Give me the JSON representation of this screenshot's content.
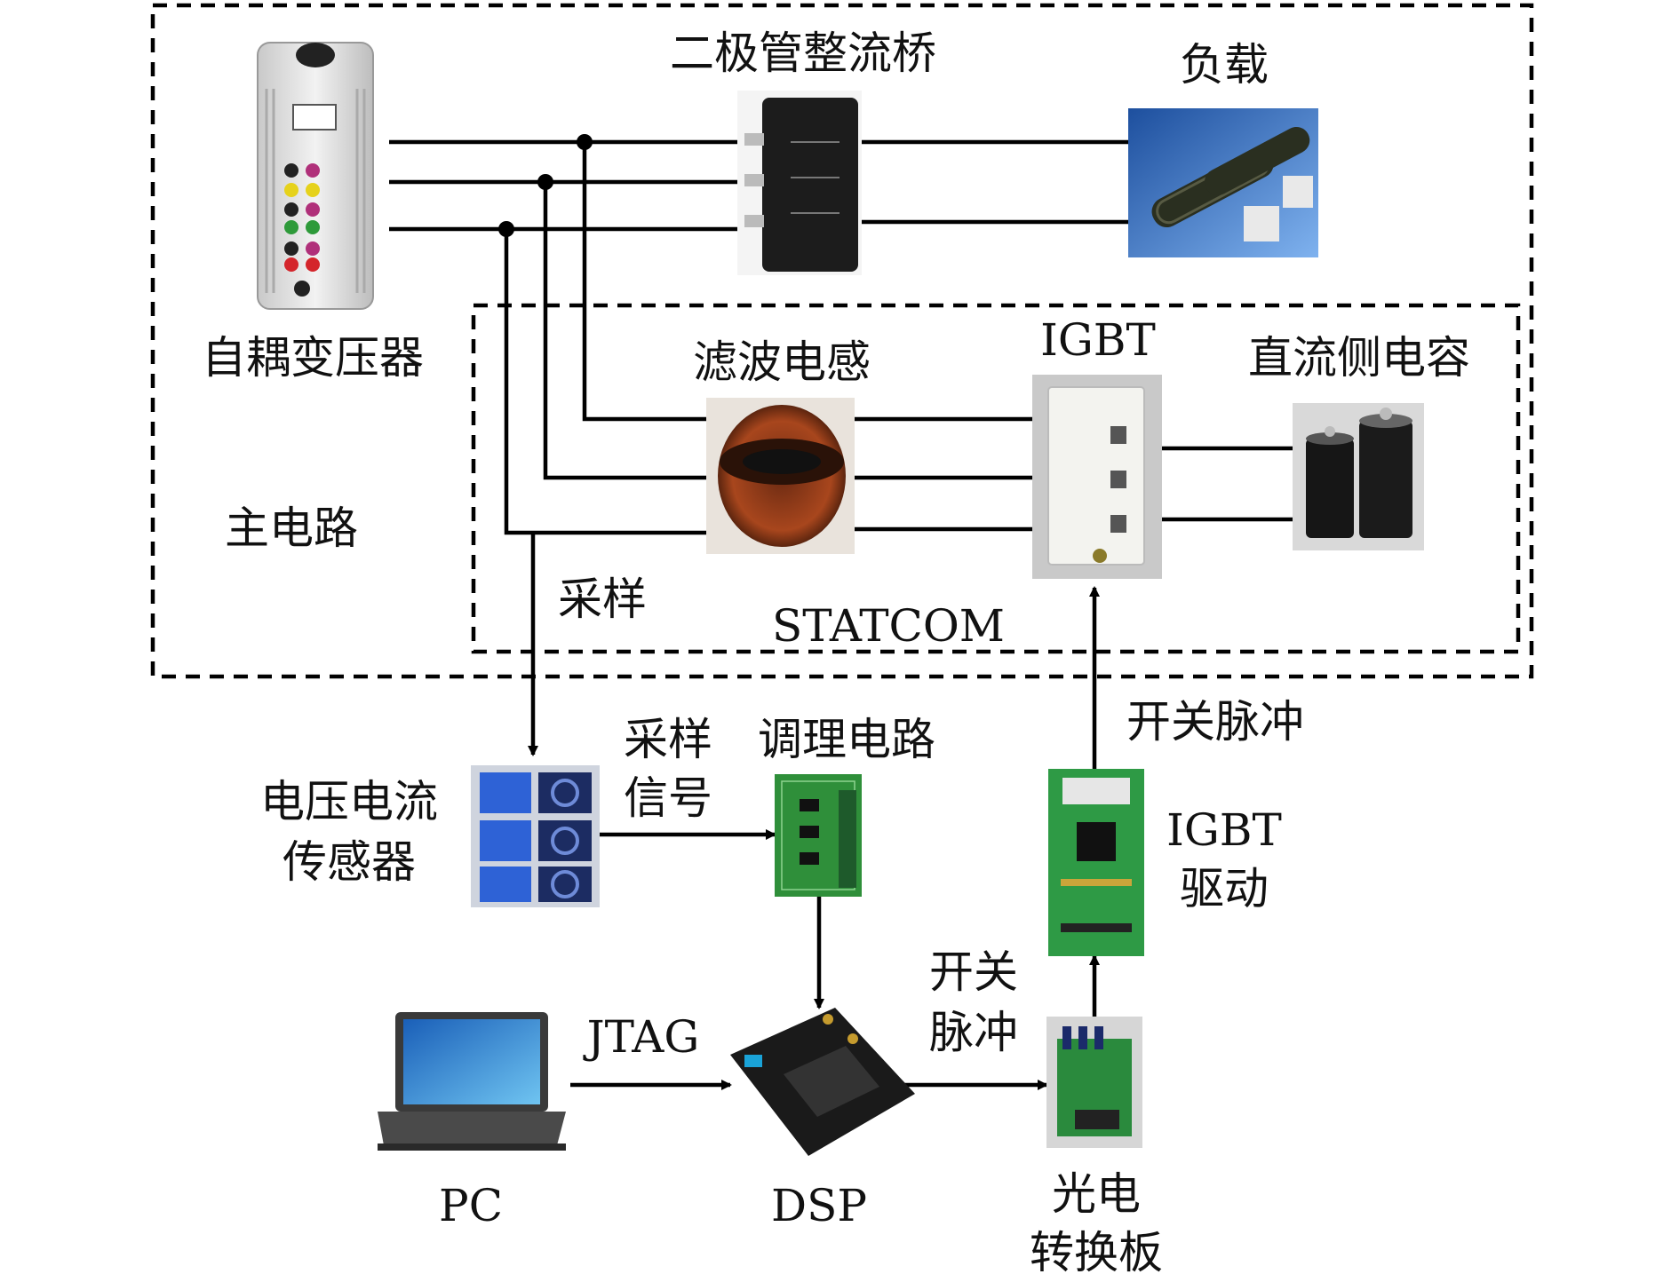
{
  "regions": {
    "main_circuit": "主电路",
    "statcom": "STATCOM"
  },
  "components": {
    "autotransformer": "自耦变压器",
    "diode_bridge": "二极管整流桥",
    "load": "负载",
    "filter_inductor": "滤波电感",
    "igbt": "IGBT",
    "dc_capacitor": "直流侧电容",
    "sensor_line1": "电压电流",
    "sensor_line2": "传感器",
    "conditioning": "调理电路",
    "igbt_drive_line1": "IGBT",
    "igbt_drive_line2": "驱动",
    "pc": "PC",
    "dsp": "DSP",
    "opto_line1": "光电",
    "opto_line2": "转换板"
  },
  "signals": {
    "sampling": "采样",
    "sample_signal_line1": "采样",
    "sample_signal_line2": "信号",
    "jtag": "JTAG",
    "switch_pulse_line1": "开关",
    "switch_pulse_line2": "脉冲",
    "switch_pulse_up": "开关脉冲"
  }
}
